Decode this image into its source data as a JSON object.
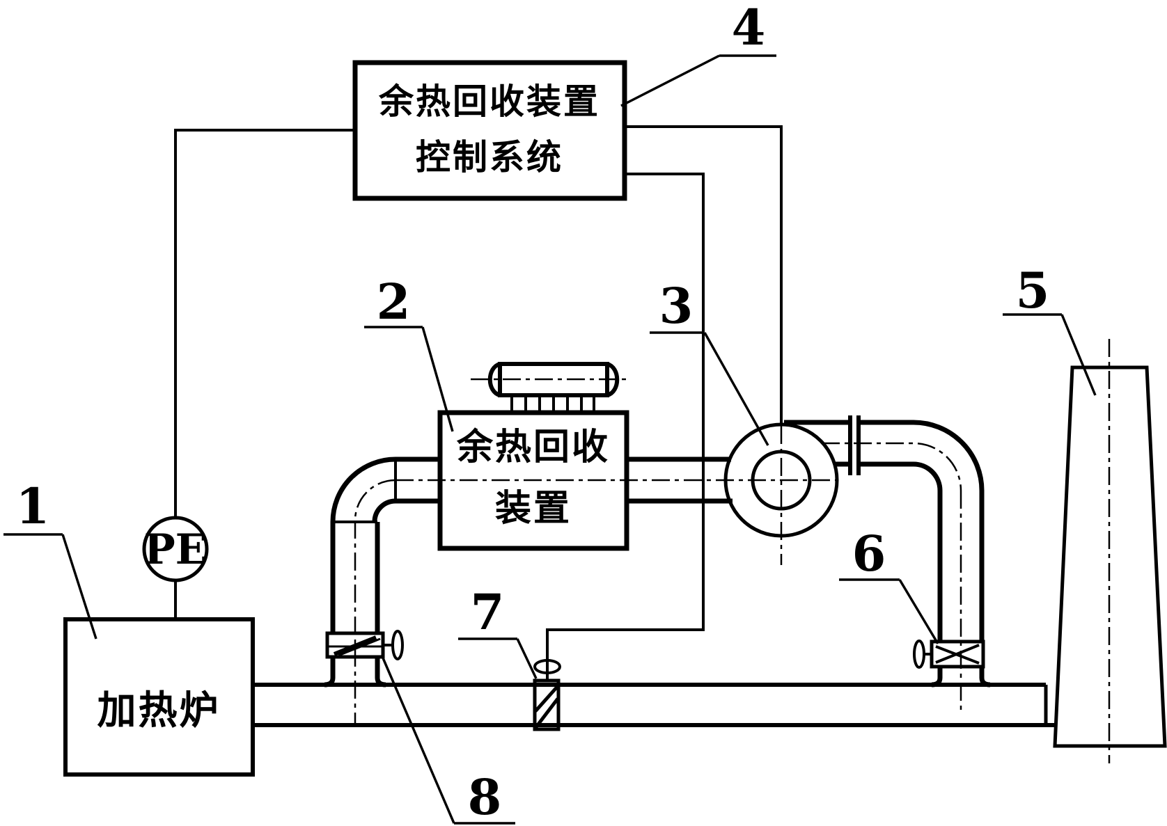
{
  "diagram": {
    "colors": {
      "ink": "#000000",
      "paper": "#ffffff"
    },
    "control_box": {
      "line1": "余热回收装置",
      "line2": "控制系统"
    },
    "recovery_box": {
      "line1": "余热回收",
      "line2": "装置"
    },
    "furnace": {
      "label": "加热炉"
    },
    "pe_sensor": {
      "label": "PE"
    },
    "ref_labels": {
      "l1": "1",
      "l2": "2",
      "l3": "3",
      "l4": "4",
      "l5": "5",
      "l6": "6",
      "l7": "7",
      "l8": "8"
    }
  }
}
